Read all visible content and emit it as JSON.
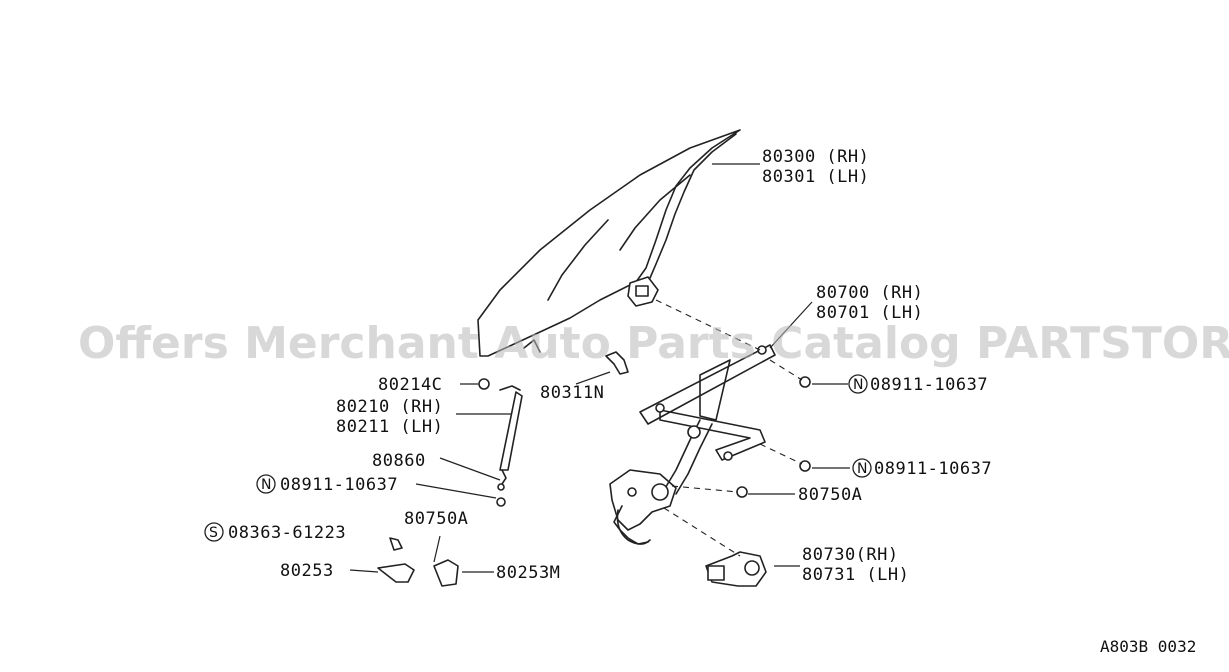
{
  "watermark": "Offers Merchant Auto Parts Catalog PARTSTORE.SA",
  "figure_code": "A803B 0032",
  "labels": {
    "glass_rh": "80300 (RH)",
    "glass_lh": "80301 (LH)",
    "regulator_rh": "80700 (RH)",
    "regulator_lh": "80701 (LH)",
    "clip": "80311N",
    "bolt_1": "08911-10637",
    "bolt_2": "08911-10637",
    "bolt_3": "08911-10637",
    "part_80214c": "80214C",
    "channel_rh": "80210 (RH)",
    "channel_lh": "80211 (LH)",
    "part_80860": "80860",
    "screw": "08363-61223",
    "part_80750a_left": "80750A",
    "part_80750a_right": "80750A",
    "part_80253": "80253",
    "part_80253m": "80253M",
    "motor_rh": "80730(RH)",
    "motor_lh": "80731 (LH)"
  },
  "prefix": {
    "n": "N",
    "s": "S"
  }
}
